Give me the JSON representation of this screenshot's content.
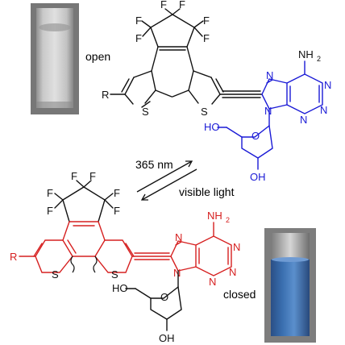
{
  "labels": {
    "open": "open",
    "closed": "closed",
    "uv": "365 nm",
    "visible": "visible light"
  },
  "atoms": {
    "fluorine": "F",
    "sulfur": "S",
    "nitrogen": "N",
    "r_group": "R",
    "hydroxyl": "HO",
    "hydroxyl_right": "OH",
    "oxygen": "O",
    "amine": "NH",
    "amine_subscript": "2"
  },
  "colors": {
    "black": "#111111",
    "blue": "#1a1ad6",
    "red": "#d62020",
    "cuvette_open": "#c9c9c9",
    "cuvette_closed": "#3a6fb0"
  }
}
